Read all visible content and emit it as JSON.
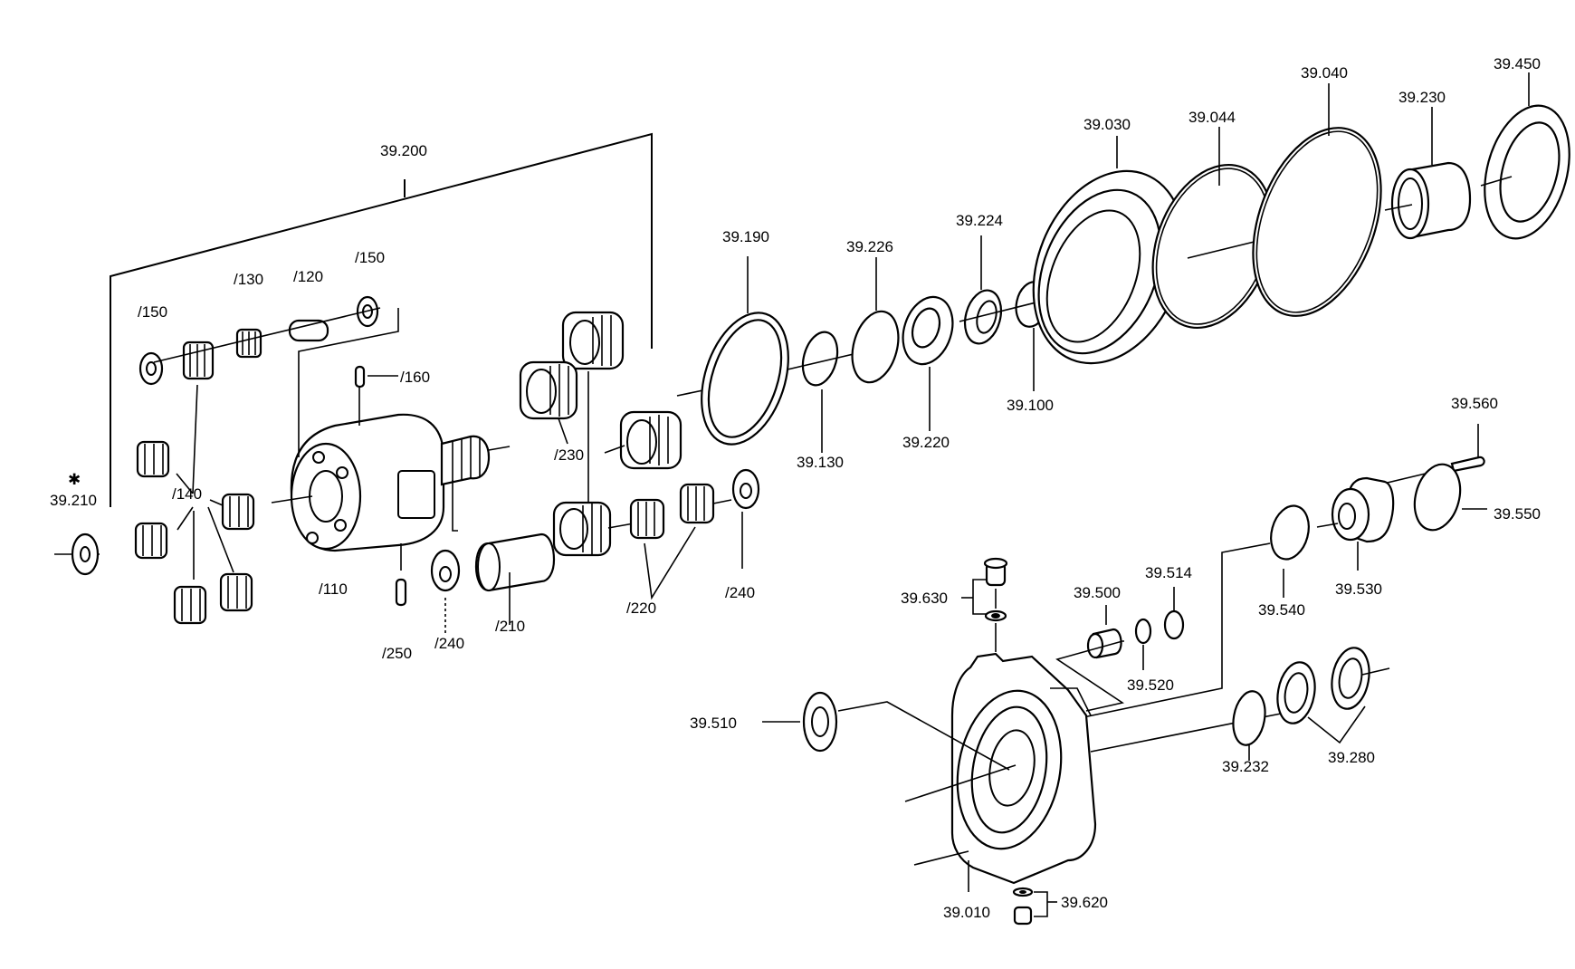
{
  "diagram": {
    "star_symbol": "✱",
    "labels": {
      "l39_200": "39.200",
      "l39_210": "39.210",
      "l150a": "/150",
      "l150b": "/150",
      "l130": "/130",
      "l120": "/120",
      "l160": "/160",
      "l140": "/140",
      "l110": "/110",
      "l250": "/250",
      "l240a": "/240",
      "l210": "/210",
      "l230": "/230",
      "l220": "/220",
      "l240b": "/240",
      "l39_190": "39.190",
      "l39_130": "39.130",
      "l39_226": "39.226",
      "l39_220": "39.220",
      "l39_224": "39.224",
      "l39_100": "39.100",
      "l39_030": "39.030",
      "l39_044": "39.044",
      "l39_040": "39.040",
      "l39_230": "39.230",
      "l39_450": "39.450",
      "l39_560": "39.560",
      "l39_550": "39.550",
      "l39_530": "39.530",
      "l39_540": "39.540",
      "l39_514": "39.514",
      "l39_500": "39.500",
      "l39_520": "39.520",
      "l39_630": "39.630",
      "l39_510": "39.510",
      "l39_232": "39.232",
      "l39_280": "39.280",
      "l39_010": "39.010",
      "l39_620": "39.620"
    }
  }
}
